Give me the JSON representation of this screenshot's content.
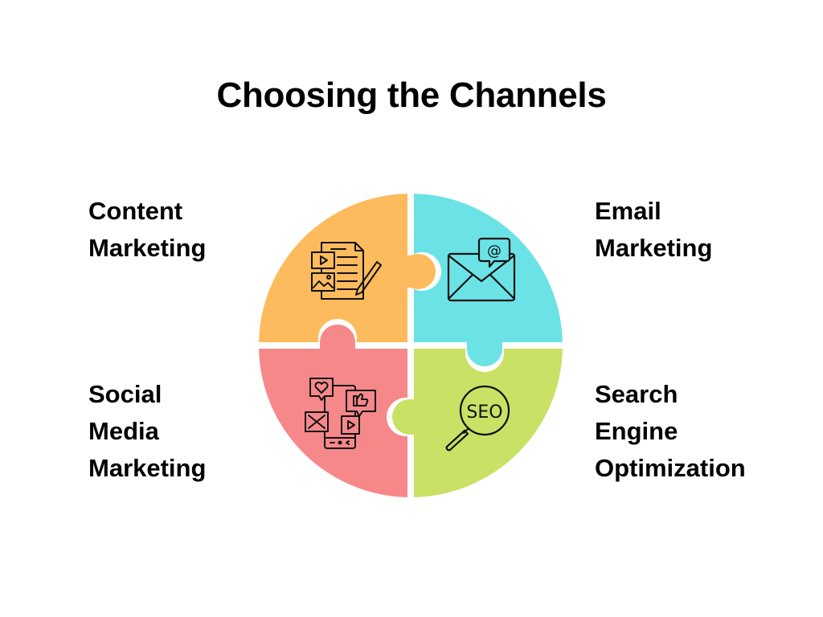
{
  "title": "Choosing the Channels",
  "channels": [
    {
      "id": "content",
      "lines": [
        "Content",
        "Marketing"
      ],
      "color": "#FDBB5D",
      "icon": "document-media-pencil-icon"
    },
    {
      "id": "email",
      "lines": [
        "Email",
        "Marketing"
      ],
      "color": "#6BE3E6",
      "icon": "envelope-at-icon"
    },
    {
      "id": "social",
      "lines": [
        "Social",
        "Media",
        "Marketing"
      ],
      "color": "#F6888A",
      "icon": "social-media-phone-icon"
    },
    {
      "id": "seo",
      "lines": [
        "Search",
        "Engine",
        "Optimization"
      ],
      "color": "#C9E165",
      "icon": "seo-magnifier-icon",
      "icon_text": "SEO"
    }
  ]
}
